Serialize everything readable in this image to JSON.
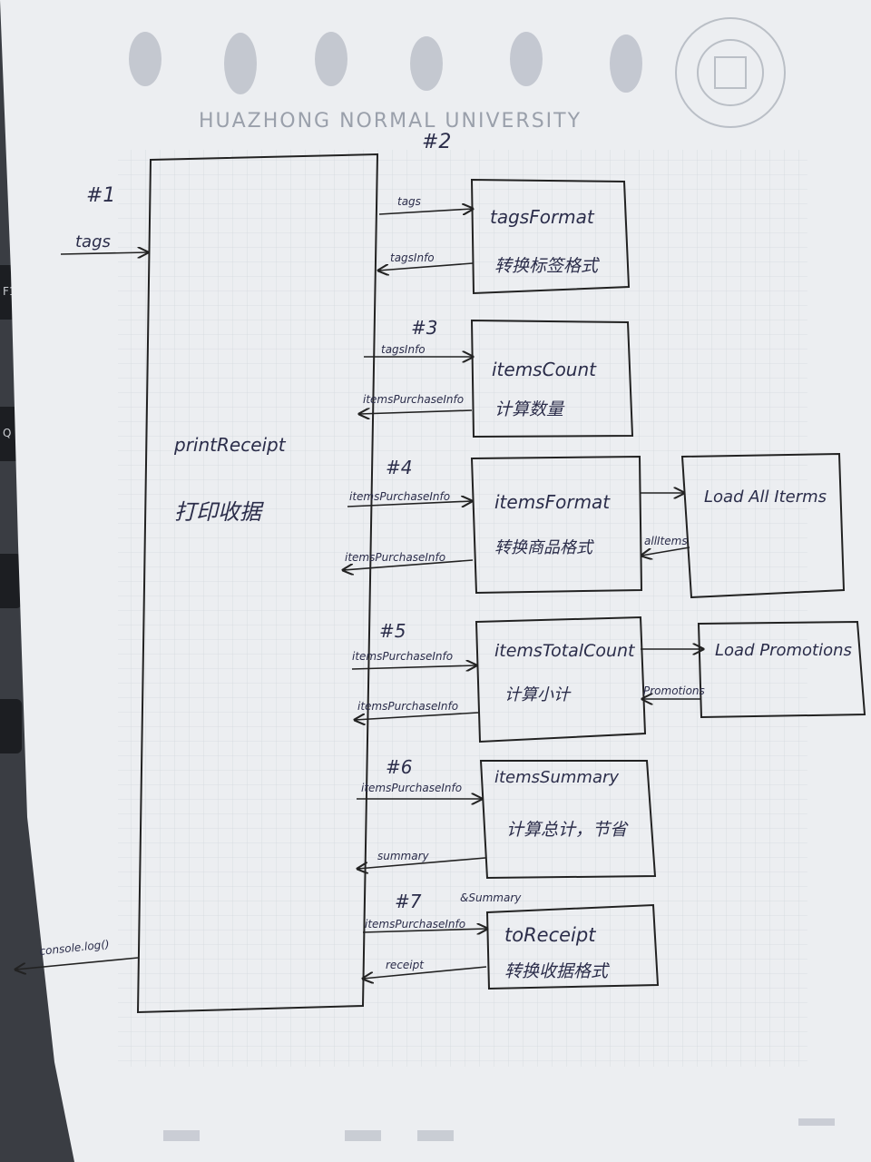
{
  "header": {
    "university_en": "HUAZHONG NORMAL UNIVERSITY"
  },
  "keyboard": {
    "f1_key": "F1",
    "q_key": "Q"
  },
  "steps": {
    "s1": "#1",
    "s2": "#2",
    "s3": "#3",
    "s4": "#4",
    "s5": "#5",
    "s6": "#6",
    "s7": "#7"
  },
  "main": {
    "title": "printReceipt",
    "subtitle": "打印收据",
    "input_label": "tags",
    "output_label": "console.log()"
  },
  "boxes": {
    "tags_format": {
      "title": "tagsFormat",
      "subtitle": "转换标签格式",
      "in_label": "tags",
      "out_label": "tagsInfo"
    },
    "items_count": {
      "title": "itemsCount",
      "subtitle": "计算数量",
      "in_label": "tagsInfo",
      "out_label": "itemsPurchaseInfo"
    },
    "items_format": {
      "title": "itemsFormat",
      "subtitle": "转换商品格式",
      "in_label": "itemsPurchaseInfo",
      "out_label": "itemsPurchaseInfo"
    },
    "load_all_items": {
      "title": "Load All Iterms",
      "return_label": "allItems"
    },
    "items_total_count": {
      "title": "itemsTotalCount",
      "subtitle": "计算小计",
      "in_label": "itemsPurchaseInfo",
      "out_label": "itemsPurchaseInfo"
    },
    "load_promotions": {
      "title": "Load Promotions",
      "return_label": "Promotions"
    },
    "items_summary": {
      "title": "itemsSummary",
      "subtitle": "计算总计，节省",
      "in_label": "itemsPurchaseInfo",
      "out_label": "summary"
    },
    "to_receipt": {
      "title": "toReceipt",
      "subtitle": "转换收据格式",
      "in_label": "itemsPurchaseInfo",
      "in_label_extra": "&Summary",
      "out_label": "receipt"
    }
  }
}
